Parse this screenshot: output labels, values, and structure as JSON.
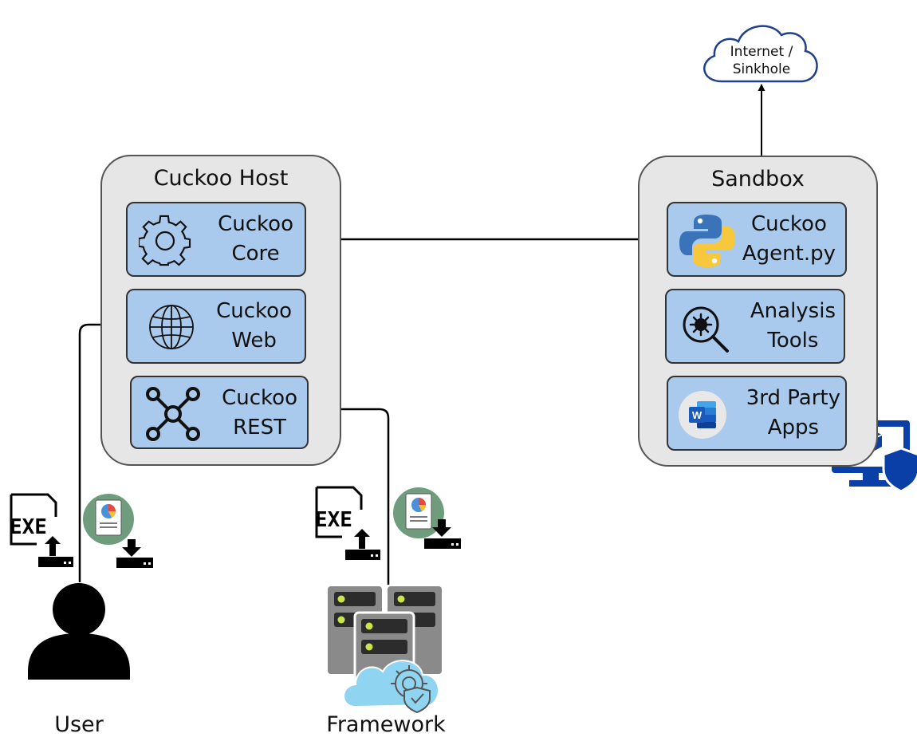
{
  "cloud": {
    "label_line1": "Internet /",
    "label_line2": "Sinkhole"
  },
  "cuckoo_host": {
    "title": "Cuckoo Host",
    "components": [
      {
        "line1": "Cuckoo",
        "line2": "Core",
        "icon": "gear-icon"
      },
      {
        "line1": "Cuckoo",
        "line2": "Web",
        "icon": "globe-icon"
      },
      {
        "line1": "Cuckoo",
        "line2": "REST",
        "icon": "network-nodes-icon"
      }
    ]
  },
  "sandbox": {
    "title": "Sandbox",
    "components": [
      {
        "line1": "Cuckoo",
        "line2": "Agent.py",
        "icon": "python-logo-icon"
      },
      {
        "line1": "Analysis",
        "line2": "Tools",
        "icon": "virus-magnifier-icon"
      },
      {
        "line1": "3rd Party",
        "line2": "Apps",
        "icon": "word-app-icon"
      }
    ]
  },
  "actors": {
    "user": {
      "label": "User"
    },
    "framework": {
      "label": "Framework"
    }
  },
  "file_icons": {
    "exe_text": "EXE"
  },
  "colors": {
    "group_fill": "#e6e6e6",
    "component_fill": "#a9caec",
    "cloud_stroke": "#1f3f8f",
    "monitor_blue": "#0a3fa8",
    "report_circle": "#6e9c7c"
  }
}
